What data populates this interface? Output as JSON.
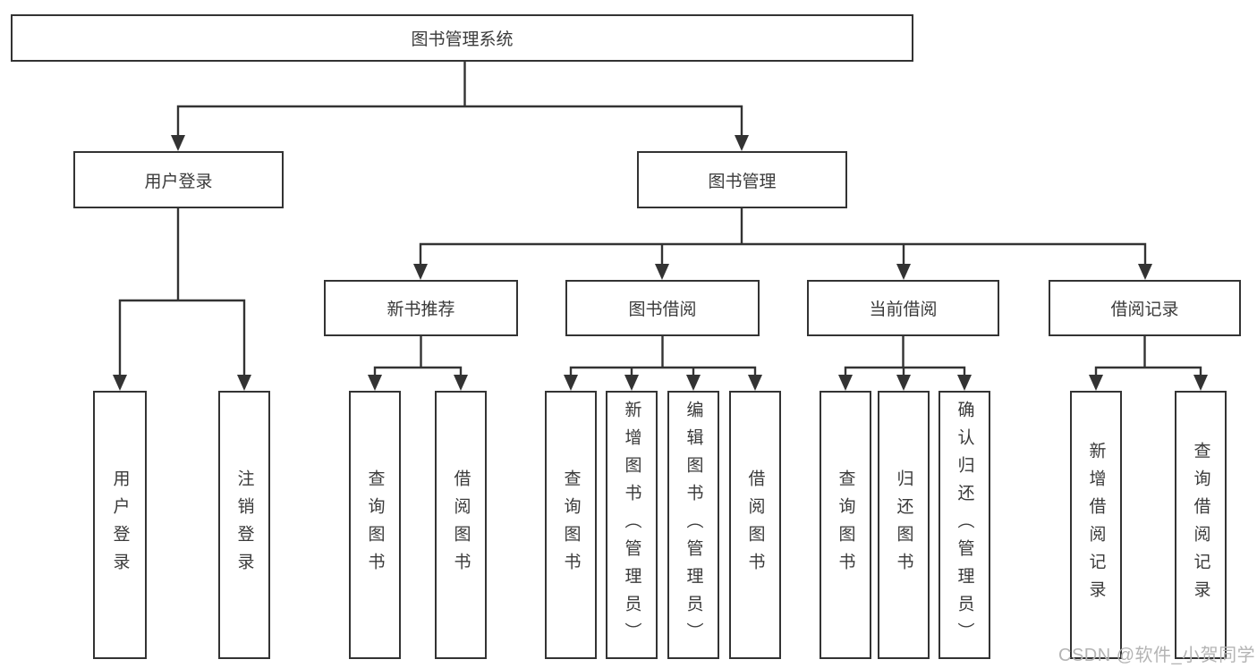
{
  "diagram": {
    "root": {
      "label": "图书管理系统"
    },
    "branches": [
      {
        "label": "用户登录",
        "children": [
          {
            "label": "用户登录"
          },
          {
            "label": "注销登录"
          }
        ]
      },
      {
        "label": "图书管理",
        "children": [
          {
            "label": "新书推荐",
            "children": [
              {
                "label": "查询图书"
              },
              {
                "label": "借阅图书"
              }
            ]
          },
          {
            "label": "图书借阅",
            "children": [
              {
                "label": "查询图书"
              },
              {
                "label": "新增图书（管理员）"
              },
              {
                "label": "编辑图书（管理员）"
              },
              {
                "label": "借阅图书"
              }
            ]
          },
          {
            "label": "当前借阅",
            "children": [
              {
                "label": "查询图书"
              },
              {
                "label": "归还图书"
              },
              {
                "label": "确认归还（管理员）"
              }
            ]
          },
          {
            "label": "借阅记录",
            "children": [
              {
                "label": "新增借阅记录"
              },
              {
                "label": "查询借阅记录"
              }
            ]
          }
        ]
      }
    ],
    "watermark": "CSDN @软件_小贺同学"
  },
  "colors": {
    "line": "#333333",
    "box_border": "#333333",
    "text": "#3a3a3a",
    "watermark": "#b4b4b4",
    "background": "#ffffff"
  }
}
